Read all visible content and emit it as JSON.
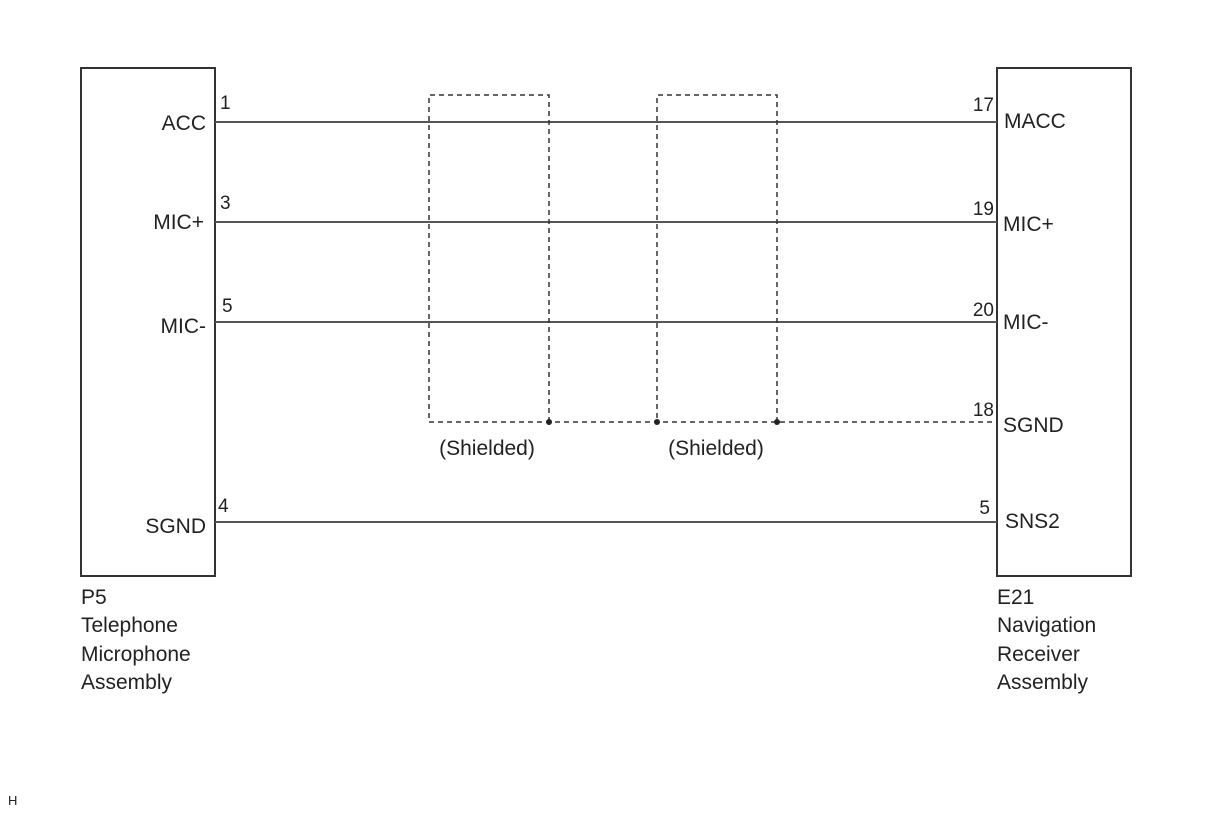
{
  "left_component": {
    "id": "P5",
    "name_lines": [
      "Telephone",
      "Microphone",
      "Assembly"
    ]
  },
  "right_component": {
    "id": "E21",
    "name_lines": [
      "Navigation",
      "Receiver",
      "Assembly"
    ]
  },
  "connections": [
    {
      "left_pin": "1",
      "left_label": "ACC",
      "right_pin": "17",
      "right_label": "MACC"
    },
    {
      "left_pin": "3",
      "left_label": "MIC+",
      "right_pin": "19",
      "right_label": "MIC+"
    },
    {
      "left_pin": "5",
      "left_label": "MIC-",
      "right_pin": "20",
      "right_label": "MIC-"
    },
    {
      "left_pin": "4",
      "left_label": "SGND",
      "right_pin": "5",
      "right_label": "SNS2"
    }
  ],
  "shield": {
    "right_pin": "18",
    "right_label": "SGND",
    "labels": [
      "(Shielded)",
      "(Shielded)"
    ]
  },
  "corner_note": "H",
  "colors": {
    "line": "#555555",
    "box": "#333333",
    "text": "#222222"
  }
}
